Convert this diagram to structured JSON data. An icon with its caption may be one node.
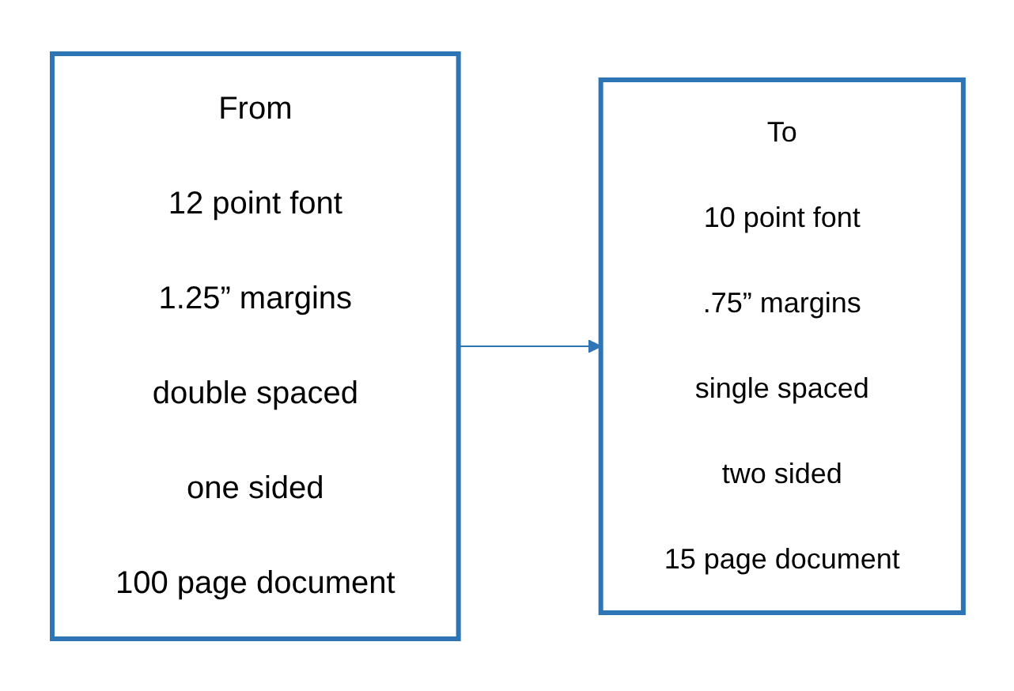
{
  "diagram": {
    "nodes": [
      {
        "text": [
          "From",
          "12 point font",
          "1.25” margins",
          "double spaced",
          "one sided",
          "100 page document"
        ]
      },
      {
        "text": [
          "To",
          "10 point font",
          ".75” margins",
          "single spaced",
          "two sided",
          "15 page document"
        ]
      }
    ],
    "edges": [
      {
        "from": 0,
        "to": 1,
        "arrow": "to"
      }
    ]
  }
}
